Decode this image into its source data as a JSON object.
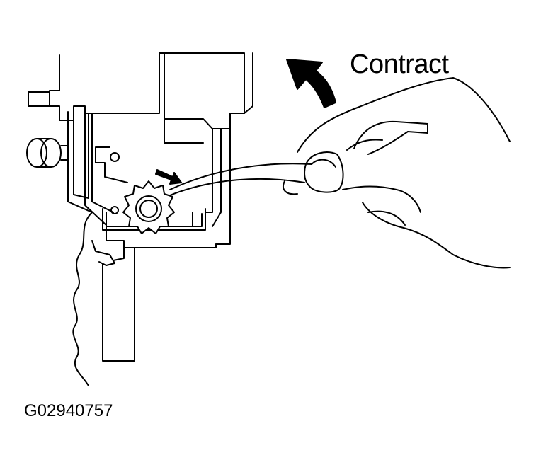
{
  "diagram": {
    "direction_label": "Contract",
    "figure_code": "G02940757"
  },
  "colors": {
    "ink": "#000000",
    "paper": "#ffffff"
  },
  "icons": {
    "direction": "curved-arrow-up-left",
    "adjuster": "star-wheel-gear"
  }
}
